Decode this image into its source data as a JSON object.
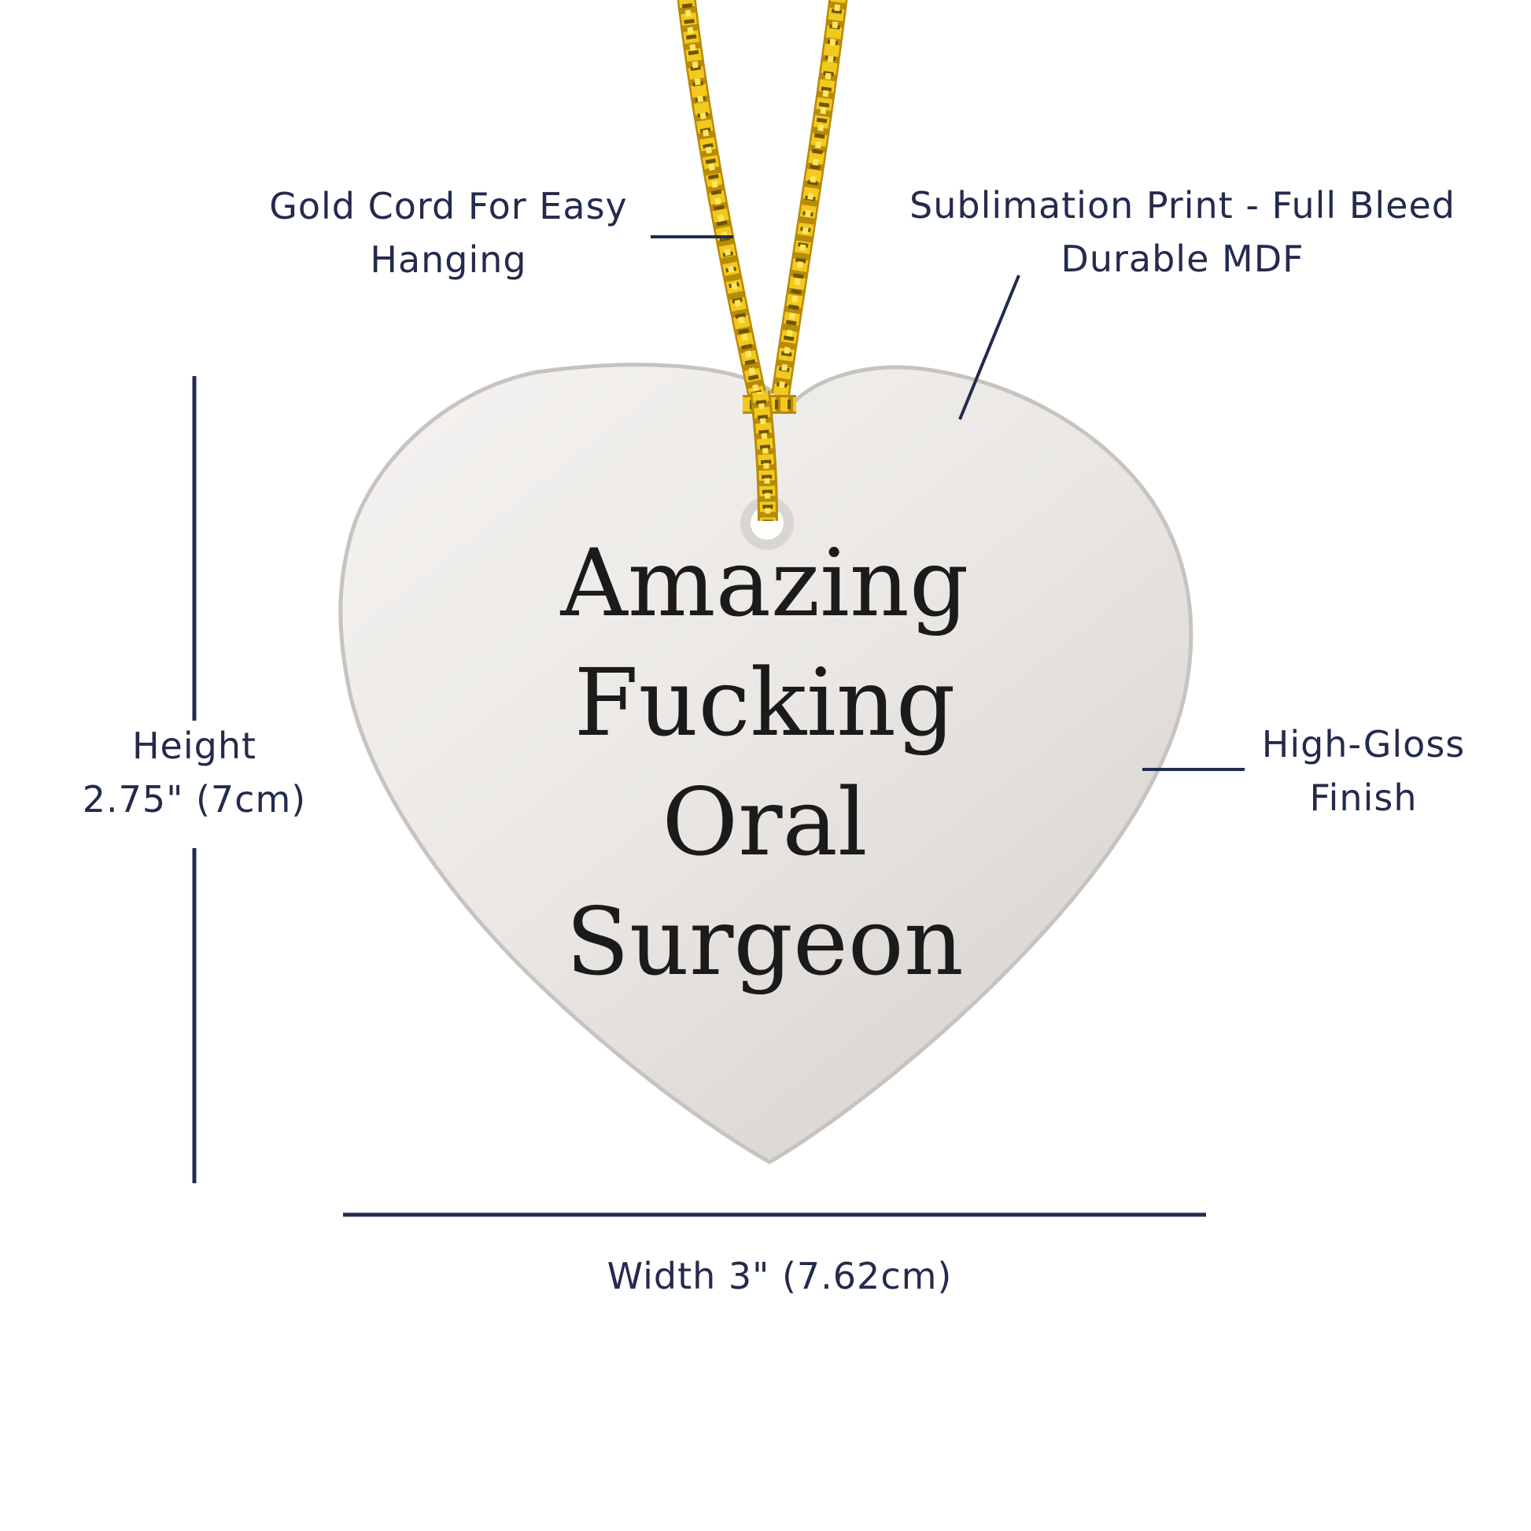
{
  "product": {
    "type_label": "heart ornament mockup",
    "ornament_text_lines": [
      "Amazing",
      "Fucking",
      "Oral",
      "Surgeon"
    ]
  },
  "annotations": {
    "gold_cord": {
      "line1": "Gold Cord For Easy",
      "line2": "Hanging"
    },
    "sublimation": {
      "line1": "Sublimation Print - Full Bleed",
      "line2": "Durable MDF"
    },
    "high_gloss": {
      "line1": "High-Gloss",
      "line2": "Finish"
    },
    "height": {
      "line1": "Height",
      "line2": "2.75\" (7cm)"
    },
    "width": {
      "label": "Width 3\" (7.62cm)"
    }
  },
  "colors": {
    "annotation_text": "#232b4d",
    "measurement_line": "#232b4d",
    "ornament_text": "#1b1b1b",
    "ornament_light": "#f5f3f1",
    "ornament_mid": "#eae7e4",
    "ornament_dark": "#d6d2ce",
    "ornament_edge": "#c7c3bf",
    "hole_ring": "#d9d5d1",
    "hole_center": "#ffffff",
    "cord_base": "#b78a08",
    "cord_bright": "#f2c91c",
    "cord_dark": "#6f5400",
    "cord_highlight": "#ffe55e",
    "background": "#ffffff"
  }
}
